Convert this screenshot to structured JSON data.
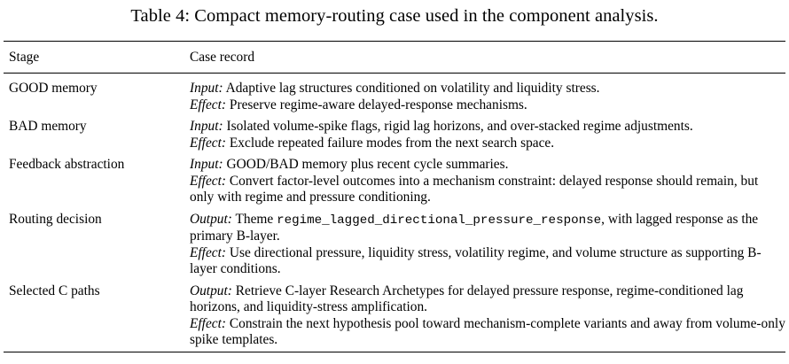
{
  "caption": "Table 4: Compact memory-routing case used in the component analysis.",
  "columns": {
    "stage": "Stage",
    "record": "Case record"
  },
  "rows": [
    {
      "stage": "GOOD memory",
      "lines": [
        {
          "label": "Input:",
          "text": "Adaptive lag structures conditioned on volatility and liquidity stress."
        },
        {
          "label": "Effect:",
          "text": "Preserve regime-aware delayed-response mechanisms."
        }
      ]
    },
    {
      "stage": "BAD memory",
      "lines": [
        {
          "label": "Input:",
          "text": "Isolated volume-spike flags, rigid lag horizons, and over-stacked regime adjustments."
        },
        {
          "label": "Effect:",
          "text": "Exclude repeated failure modes from the next search space."
        }
      ]
    },
    {
      "stage": "Feedback abstraction",
      "lines": [
        {
          "label": "Input:",
          "text": "GOOD/BAD memory plus recent cycle summaries."
        },
        {
          "label": "Effect:",
          "text": "Convert factor-level outcomes into a mechanism constraint: delayed response should remain, but only with regime and pressure conditioning."
        }
      ]
    },
    {
      "stage": "Routing decision",
      "lines": [
        {
          "label": "Output:",
          "text_before": "Theme",
          "code": "regime_lagged_directional_pressure_response",
          "text_after": ", with lagged response as the primary B-layer."
        },
        {
          "label": "Effect:",
          "text": "Use directional pressure, liquidity stress, volatility regime, and volume structure as supporting B-layer conditions."
        }
      ]
    },
    {
      "stage": "Selected C paths",
      "lines": [
        {
          "label": "Output:",
          "text": "Retrieve C-layer Research Archetypes for delayed pressure response, regime-conditioned lag horizons, and liquidity-stress amplification."
        },
        {
          "label": "Effect:",
          "text": "Constrain the next hypothesis pool toward mechanism-complete variants and away from volume-only spike templates."
        }
      ]
    }
  ]
}
